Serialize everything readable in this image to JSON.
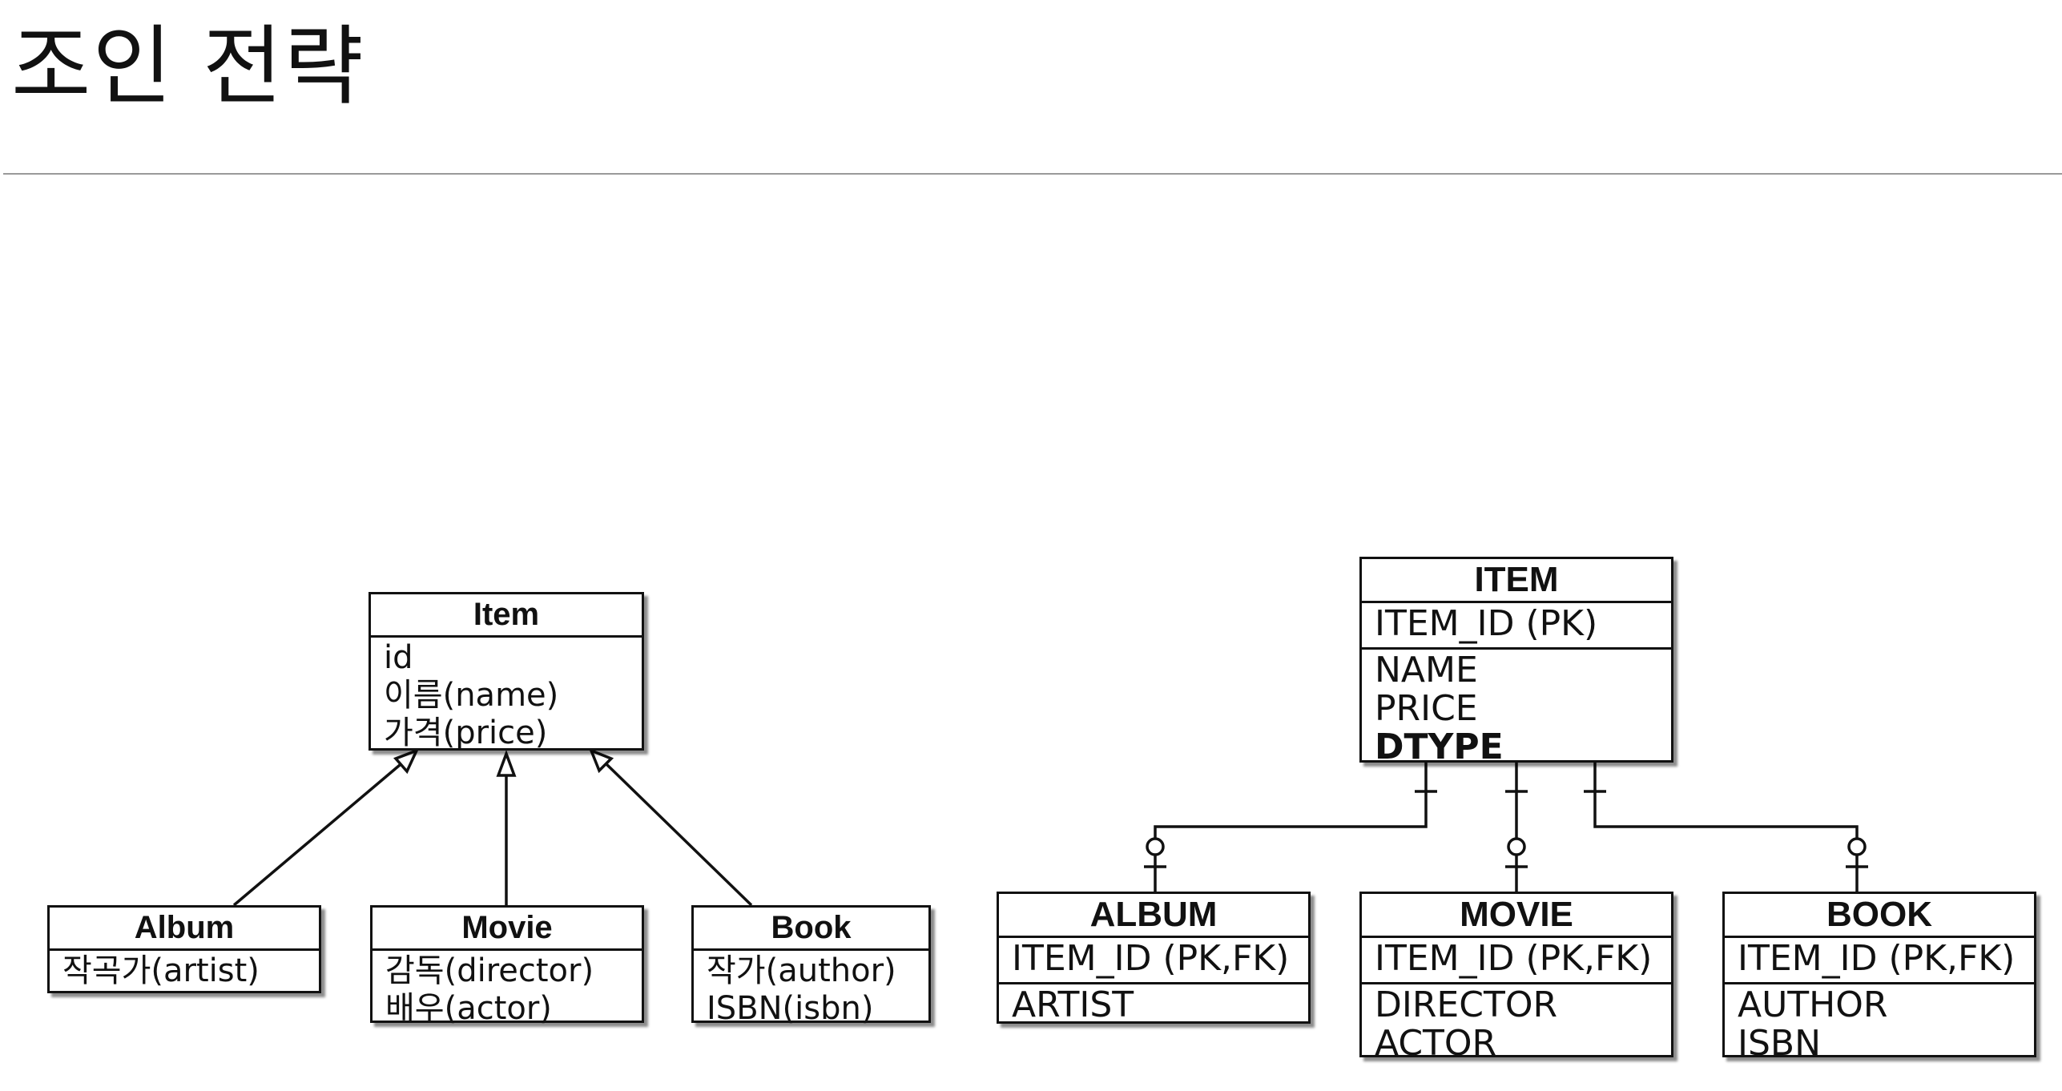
{
  "page": {
    "title": "조인 전략"
  },
  "class_diagram": {
    "item": {
      "name": "Item",
      "attributes": [
        "id",
        "이름(name)",
        "가격(price)"
      ]
    },
    "album": {
      "name": "Album",
      "attributes": [
        "작곡가(artist)"
      ]
    },
    "movie": {
      "name": "Movie",
      "attributes": [
        "감독(director)",
        "배우(actor)"
      ]
    },
    "book": {
      "name": "Book",
      "attributes": [
        "작가(author)",
        "ISBN(isbn)"
      ]
    }
  },
  "erd": {
    "item": {
      "name": "ITEM",
      "keys": [
        "ITEM_ID (PK)"
      ],
      "columns": [
        "NAME",
        "PRICE",
        "DTYPE"
      ]
    },
    "album": {
      "name": "ALBUM",
      "keys": [
        "ITEM_ID (PK,FK)"
      ],
      "columns": [
        "ARTIST"
      ]
    },
    "movie": {
      "name": "MOVIE",
      "keys": [
        "ITEM_ID (PK,FK)"
      ],
      "columns": [
        "DIRECTOR",
        "ACTOR"
      ]
    },
    "book": {
      "name": "BOOK",
      "keys": [
        "ITEM_ID (PK,FK)"
      ],
      "columns": [
        "AUTHOR",
        "ISBN"
      ]
    }
  }
}
